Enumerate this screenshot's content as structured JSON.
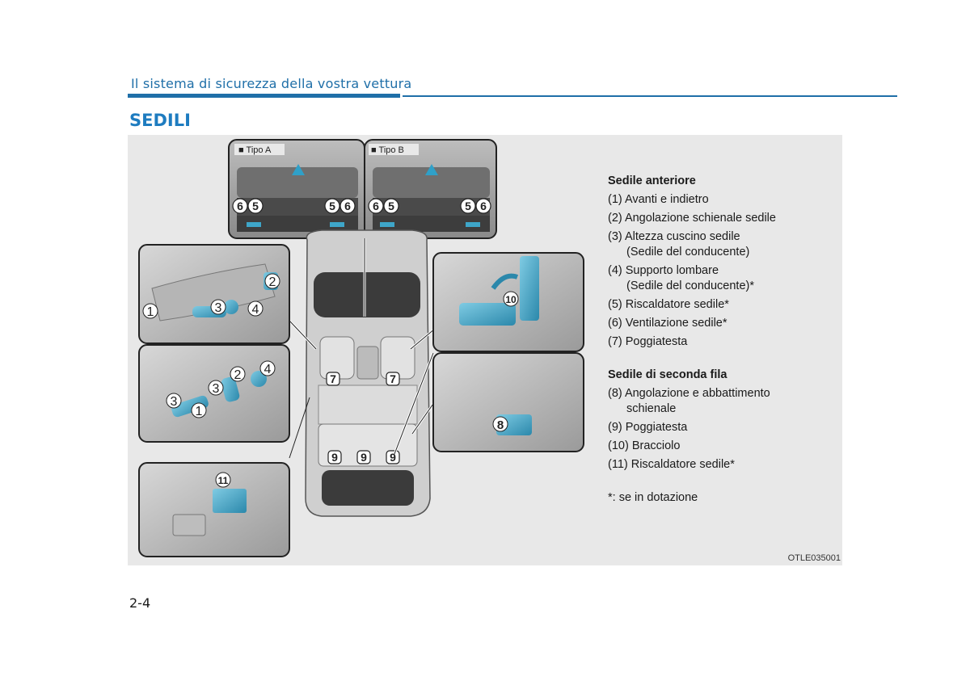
{
  "header": {
    "title": "Il sistema di sicurezza della vostra vettura"
  },
  "section": {
    "title": "SEDILI"
  },
  "figure": {
    "code": "OTLE035001",
    "type_a": "■ Tipo A",
    "type_b": "■ Tipo B",
    "callouts": [
      "1",
      "2",
      "3",
      "4",
      "5",
      "6",
      "7",
      "8",
      "9",
      "10",
      "11"
    ],
    "accent_color": "#3ea6c9"
  },
  "legend": {
    "front_heading": "Sedile anteriore",
    "front_items": [
      {
        "l1": "(1) Avanti e indietro"
      },
      {
        "l1": "(2) Angolazione schienale sedile"
      },
      {
        "l1": "(3) Altezza cuscino sedile",
        "l2": "(Sedile del conducente)"
      },
      {
        "l1": "(4) Supporto lombare",
        "l2": "(Sedile del conducente)*"
      },
      {
        "l1": "(5) Riscaldatore sedile*"
      },
      {
        "l1": "(6) Ventilazione sedile*"
      },
      {
        "l1": "(7) Poggiatesta"
      }
    ],
    "rear_heading": "Sedile di seconda fila",
    "rear_items": [
      {
        "l1": "(8) Angolazione e abbattimento",
        "l2": "schienale"
      },
      {
        "l1": "(9) Poggiatesta"
      },
      {
        "l1": "(10) Bracciolo"
      },
      {
        "l1": "(11) Riscaldatore sedile*"
      }
    ],
    "footnote": "*: se in dotazione"
  },
  "page": {
    "number": "2-4"
  }
}
